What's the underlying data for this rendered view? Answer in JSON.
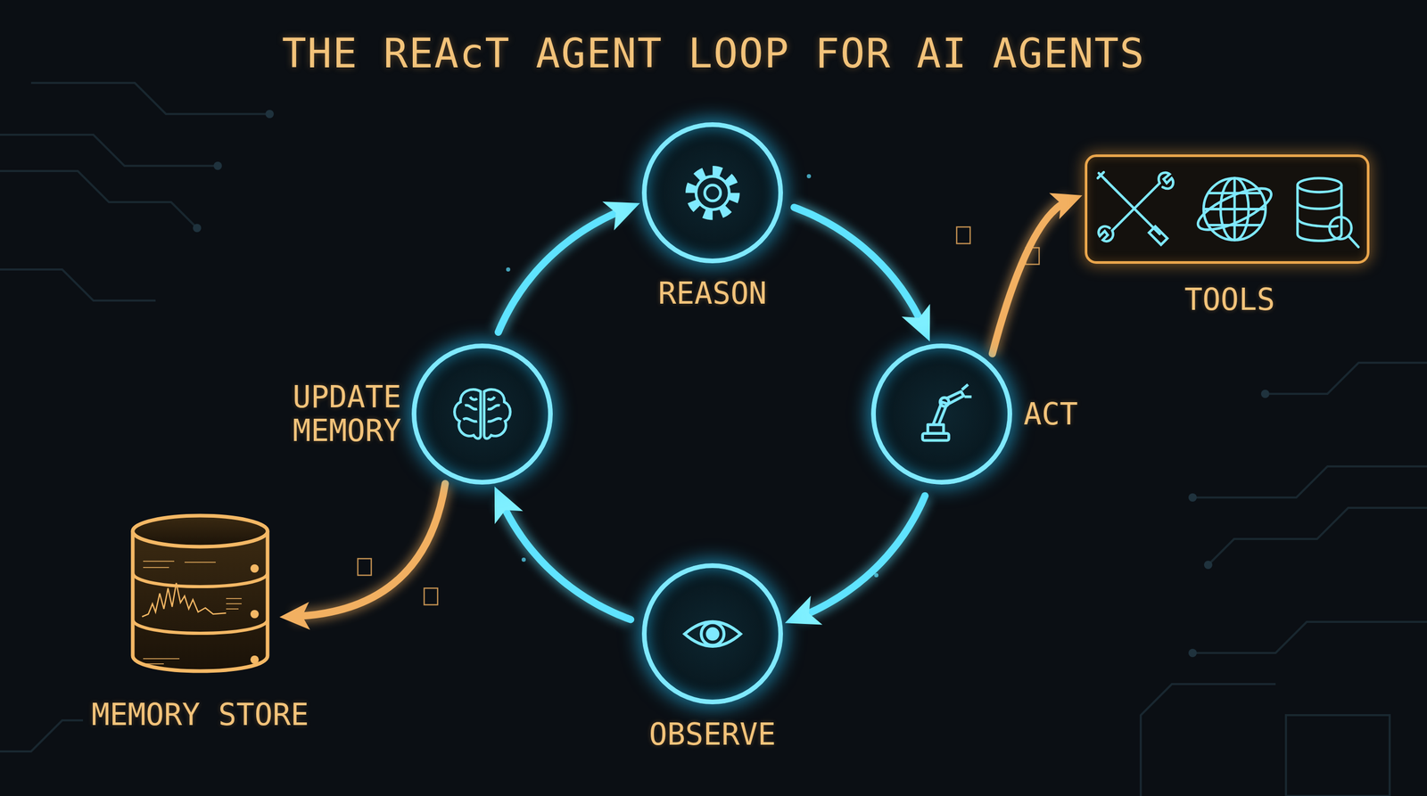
{
  "diagram": {
    "title": "THE REAcT AGENT LOOP FOR AI AGENTS",
    "nodes": [
      {
        "text": [
          "REASON"
        ]
      },
      {
        "text": [
          "ACT"
        ]
      },
      {
        "text": [
          "OBSERVE"
        ]
      },
      {
        "text": [
          "UPDATE MEMORY"
        ]
      },
      {
        "text": [
          "TOOLS"
        ]
      },
      {
        "text": [
          "MEMORY STORE"
        ]
      }
    ],
    "edges": [
      {
        "from": 0,
        "to": 1,
        "arrow": "to"
      },
      {
        "from": 1,
        "to": 2,
        "arrow": "to"
      },
      {
        "from": 2,
        "to": 3,
        "arrow": "to"
      },
      {
        "from": 3,
        "to": 0,
        "arrow": "to"
      },
      {
        "from": 1,
        "to": 4,
        "arrow": "to"
      },
      {
        "from": 3,
        "to": 5,
        "arrow": "to"
      }
    ]
  }
}
